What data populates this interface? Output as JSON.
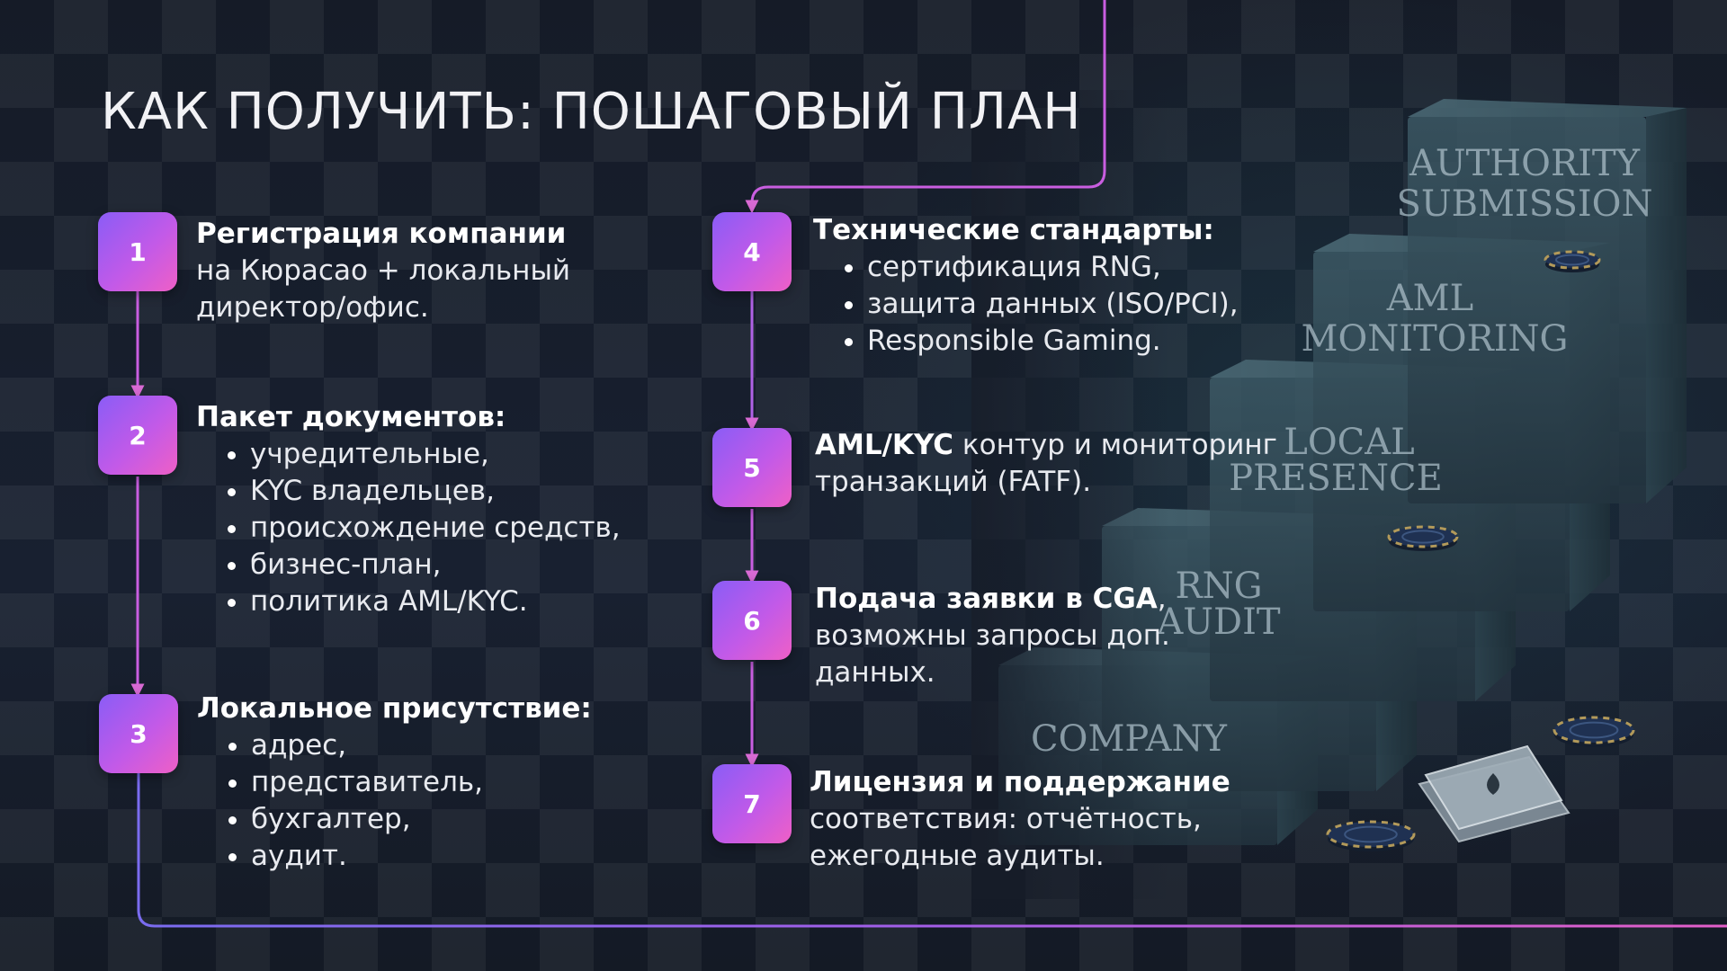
{
  "title": "КАК ПОЛУЧИТЬ: ПОШАГОВЫЙ ПЛАН",
  "colors": {
    "background": "#161c28",
    "accent_start": "#8a5cf6",
    "accent_end": "#ef5fc6",
    "connector": "#c95ee0"
  },
  "steps": [
    {
      "number": "1",
      "heading": "Регистрация компании",
      "lines": [
        "на Кюрасао + локальный",
        "директор/офис."
      ],
      "bullets": []
    },
    {
      "number": "2",
      "heading": "Пакет документов:",
      "lines": [],
      "bullets": [
        "учредительные,",
        "KYC владельцев,",
        "происхождение средств,",
        "бизнес-план,",
        "политика AML/KYC."
      ]
    },
    {
      "number": "3",
      "heading": "Локальное присутствие:",
      "lines": [],
      "bullets": [
        "адрес,",
        "представитель,",
        "бухгалтер,",
        "аудит."
      ]
    },
    {
      "number": "4",
      "heading": "Технические стандарты:",
      "lines": [],
      "bullets": [
        "сертификация RNG,",
        "защита данных (ISO/PCI),",
        "Responsible Gaming."
      ]
    },
    {
      "number": "5",
      "heading": "AML/KYC",
      "heading_rest": " контур и мониторинг",
      "lines": [
        "транзакций (FATF)."
      ],
      "bullets": []
    },
    {
      "number": "6",
      "heading": "Подача заявки в CGA",
      "heading_rest": ",",
      "lines": [
        "возможны запросы доп.",
        "данных."
      ],
      "bullets": []
    },
    {
      "number": "7",
      "heading": "Лицензия и поддержание",
      "lines": [
        "соответствия: отчётность,",
        "ежегодные аудиты."
      ],
      "bullets": []
    }
  ],
  "stair_labels": [
    {
      "line1": "COMPANY",
      "line2": ""
    },
    {
      "line1": "RNG",
      "line2": "AUDIT"
    },
    {
      "line1": "LOCAL",
      "line2": "PRESENCE"
    },
    {
      "line1": "AML",
      "line2": "MONITORING"
    },
    {
      "line1": "AUTHORITY",
      "line2": "SUBMISSION"
    }
  ],
  "decorations": [
    "casino-chip-icon",
    "playing-card-icon"
  ]
}
